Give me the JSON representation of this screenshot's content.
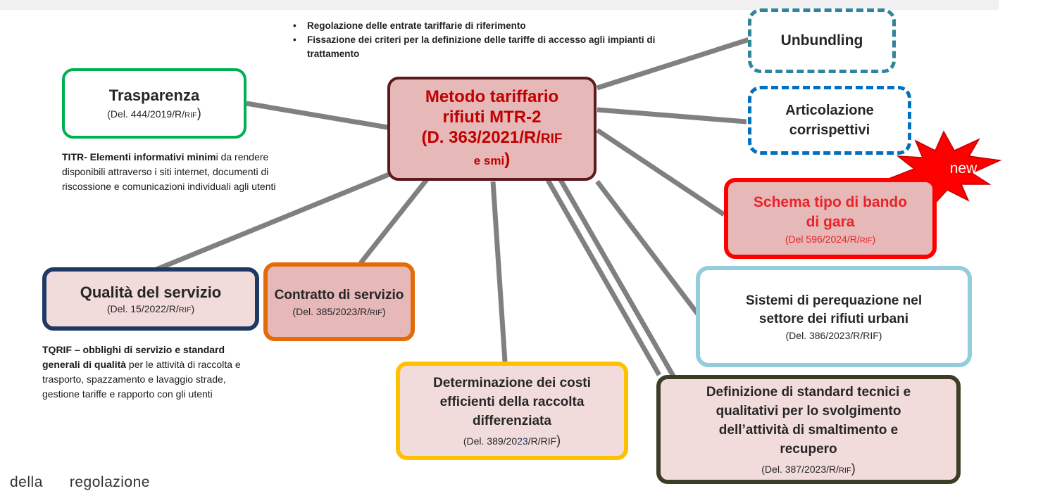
{
  "center": {
    "line1": "Metodo tariffario",
    "line2": "rifiuti MTR-2",
    "line3": "(D. 363/2021/R/",
    "line3_small": "RIF",
    "line4": "e smi",
    "line4_paren": ")"
  },
  "bullets": [
    "Regolazione delle entrate tariffarie di riferimento",
    "Fissazione dei criteri per la definizione delle tariffe di accesso agli impianti di trattamento"
  ],
  "trasparenza": {
    "title": "Trasparenza",
    "ref": "(Del. 444/2019/R/",
    "ref_small": "RIF",
    "ref_close": ")"
  },
  "titr_note": {
    "bold1": "TITR- Elementi informativi minim",
    "rest1": "i da rendere disponibili attraverso i siti internet, documenti di riscossione e comunicazioni individuali agli utenti"
  },
  "qualita": {
    "title": "Qualità del servizio",
    "ref": "(Del. 15/2022/R/",
    "ref_small": "RIF",
    "ref_close": ")"
  },
  "tqrif_note": {
    "bold1": "TQRIF – obblighi di servizio e standard generali di qualità",
    "rest1": " per le attività di raccolta e trasporto, spazzamento e lavaggio strade, gestione tariffe e rapporto con gli utenti"
  },
  "contratto": {
    "title": "Contratto di servizio",
    "ref": "(Del. 385/2023/R/",
    "ref_small": "RIF",
    "ref_close": ")"
  },
  "costi": {
    "title": "Determinazione dei costi efficienti della raccolta differenziata",
    "ref": "(Del. 389/20",
    "ref_blue": "23",
    "ref_tail": "/R/RIF",
    "ref_close": ")"
  },
  "standard": {
    "title": "Definizione di standard tecnici e qualitativi per lo svolgimento dell’attività di smaltimento e recupero",
    "ref": "(Del. 387/2023/R/",
    "ref_small": "RIF",
    "ref_close": ")"
  },
  "perequazione": {
    "title": "Sistemi di perequazione nel settore dei rifiuti urbani",
    "ref": "(Del. 386/2023/R/RIF)"
  },
  "schema": {
    "title": "Schema tipo di bando di gara",
    "ref": "(Del 596/2024/R/",
    "ref_small": "RIF",
    "ref_close": ")"
  },
  "articolazione": {
    "title": "Articolazione corrispettivi"
  },
  "unbundling": {
    "title": "Unbundling"
  },
  "new_badge": "new",
  "bottom_text": "della      regolazione",
  "colors": {
    "trasparenza": "#00b050",
    "qualita": "#1f3864",
    "contratto": "#e36c09",
    "costi": "#ffc000",
    "standard": "#3d3d26",
    "perequazione": "#92cddc",
    "schema": "#ff0000",
    "articolazione": "#0070c0",
    "unbundling": "#31849b",
    "center_border": "#5c1a1a",
    "center_text": "#c00000",
    "connector": "#808080"
  }
}
